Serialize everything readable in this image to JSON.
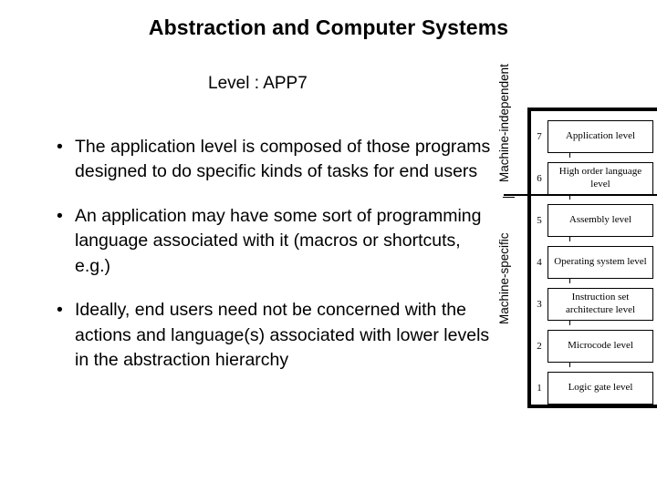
{
  "slide": {
    "title": "Abstraction and Computer Systems",
    "subtitle": "Level : APP7",
    "background_color": "#ffffff",
    "text_color": "#000000"
  },
  "bullets": [
    {
      "marker": "•",
      "text": "The application level is composed of those programs designed to do specific kinds of tasks for end users"
    },
    {
      "marker": "•",
      "text": "An application may have some sort of programming language associated with it (macros or shortcuts, e.g.)"
    },
    {
      "marker": "•",
      "text": "Ideally, end users need not be concerned with the actions and language(s) associated with lower levels in the abstraction hierarchy"
    }
  ],
  "diagram": {
    "side_labels": {
      "upper": "Machine-independent",
      "lower": "Machine-specific"
    },
    "levels": [
      {
        "number": "7",
        "label": "Application level"
      },
      {
        "number": "6",
        "label": "High order language level"
      },
      {
        "number": "5",
        "label": "Assembly level"
      },
      {
        "number": "4",
        "label": "Operating system level"
      },
      {
        "number": "3",
        "label": "Instruction set architecture level"
      },
      {
        "number": "2",
        "label": "Microcode level"
      },
      {
        "number": "1",
        "label": "Logic gate level"
      }
    ]
  }
}
